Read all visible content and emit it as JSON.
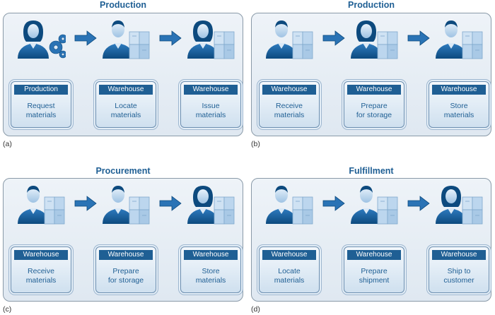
{
  "panels": [
    {
      "title": "Production",
      "letter": "(a)",
      "steps": [
        {
          "header": "Production",
          "line1": "Request",
          "line2": "materials",
          "figure": "woman-with-gears-icon"
        },
        {
          "header": "Warehouse",
          "line1": "Locate",
          "line2": "materials",
          "figure": "man-with-boxes-icon"
        },
        {
          "header": "Warehouse",
          "line1": "Issue",
          "line2": "materials",
          "figure": "woman-with-boxes-icon"
        }
      ]
    },
    {
      "title": "Production",
      "letter": "(b)",
      "steps": [
        {
          "header": "Warehouse",
          "line1": "Receive",
          "line2": "materials",
          "figure": "man-with-boxes-icon"
        },
        {
          "header": "Warehouse",
          "line1": "Prepare",
          "line2": "for storage",
          "figure": "woman-with-boxes-icon"
        },
        {
          "header": "Warehouse",
          "line1": "Store",
          "line2": "materials",
          "figure": "man-with-boxes-icon"
        }
      ]
    },
    {
      "title": "Procurement",
      "letter": "(c)",
      "steps": [
        {
          "header": "Warehouse",
          "line1": "Receive",
          "line2": "materials",
          "figure": "man-with-boxes-icon"
        },
        {
          "header": "Warehouse",
          "line1": "Prepare",
          "line2": "for storage",
          "figure": "man-with-boxes-icon"
        },
        {
          "header": "Warehouse",
          "line1": "Store",
          "line2": "materials",
          "figure": "woman-with-boxes-icon"
        }
      ]
    },
    {
      "title": "Fulfillment",
      "letter": "(d)",
      "steps": [
        {
          "header": "Warehouse",
          "line1": "Locate",
          "line2": "materials",
          "figure": "man-with-boxes-icon"
        },
        {
          "header": "Warehouse",
          "line1": "Prepare",
          "line2": "shipment",
          "figure": "man-with-boxes-icon"
        },
        {
          "header": "Warehouse",
          "line1": "Ship to",
          "line2": "customer",
          "figure": "woman-with-boxes-icon"
        }
      ]
    }
  ],
  "colors": {
    "title": "#1f5f94",
    "card_header": "#1f5f94",
    "arrow": "#2a73b5",
    "figure": "#1f6aa8"
  }
}
